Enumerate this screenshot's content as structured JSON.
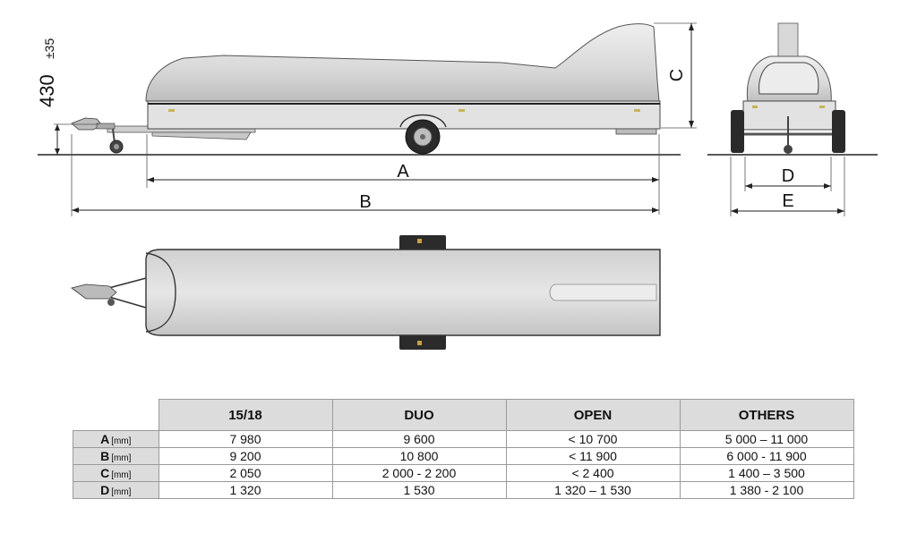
{
  "drawing": {
    "labels": {
      "a": "A",
      "b": "B",
      "c": "C",
      "d": "D",
      "e": "E",
      "hitch_height": "430",
      "hitch_tol": "±35"
    }
  },
  "table": {
    "columns": [
      "15/18",
      "DUO",
      "OPEN",
      "OTHERS"
    ],
    "unit": "[mm]",
    "rows": [
      {
        "label": "A",
        "values": [
          "7 980",
          "9 600",
          "< 10 700",
          "5 000 – 11 000"
        ]
      },
      {
        "label": "B",
        "values": [
          "9 200",
          "10 800",
          "< 11 900",
          "6 000 - 11 900"
        ]
      },
      {
        "label": "C",
        "values": [
          "2 050",
          "2 000 - 2 200",
          "< 2 400",
          "1 400 – 3 500"
        ]
      },
      {
        "label": "D",
        "values": [
          "1 320",
          "1 530",
          "1 320 – 1 530",
          "1 380 - 2 100"
        ]
      }
    ]
  },
  "colors": {
    "body": "#d9d9d9",
    "body_dark": "#bcbcbc",
    "line": "#222222",
    "header_bg": "#dcdcdc"
  }
}
